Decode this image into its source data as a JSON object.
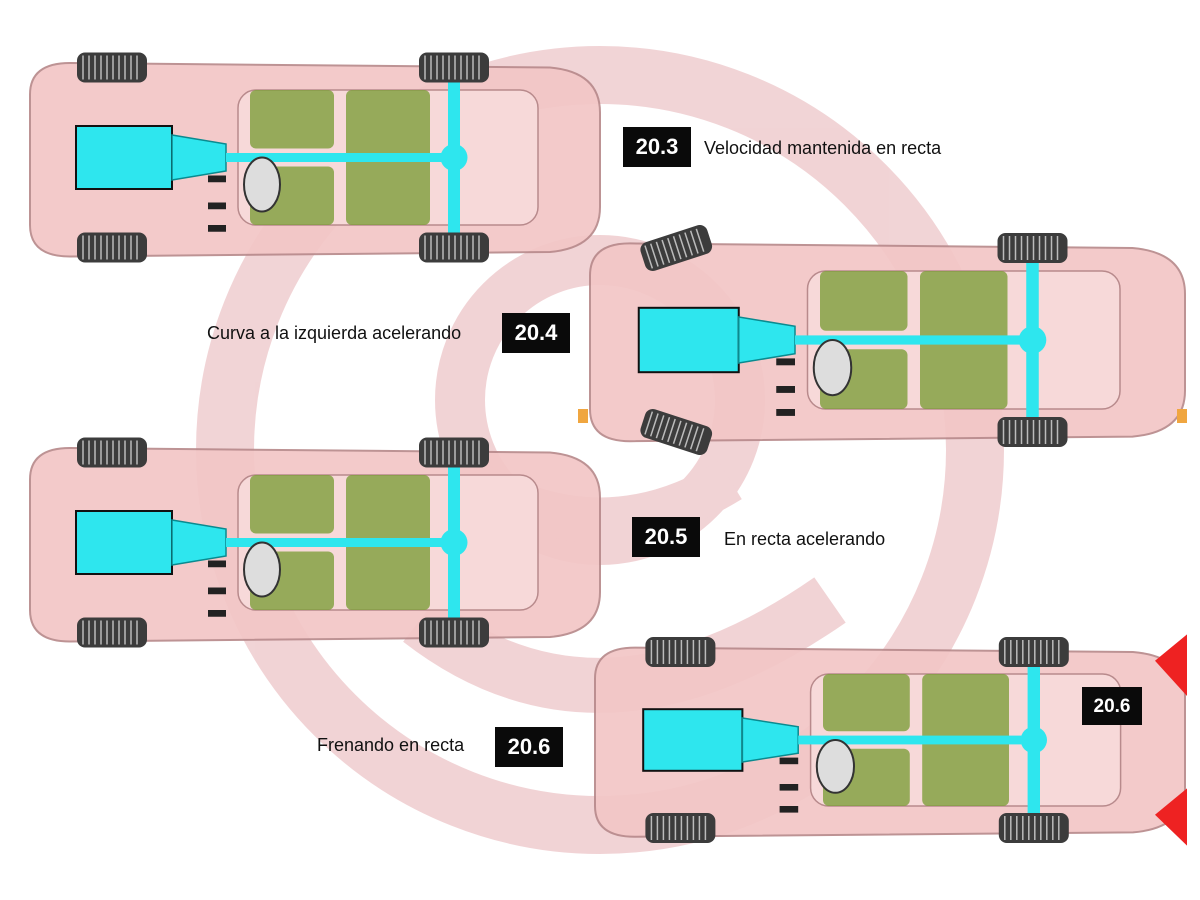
{
  "watermark": {
    "color": "#e6b0b4"
  },
  "colors": {
    "body": "#f3c6c6",
    "body_edge": "#b88a8c",
    "drivetrain": "#2ee6ee",
    "seat": "#7d9e3a",
    "tire": "#3c3c3c",
    "warning_orange": "#f0a640",
    "warning_red": "#ee2222"
  },
  "scenarios": [
    {
      "id": "20.3",
      "badge": "20.3",
      "caption": "Velocidad mantenida  en recta"
    },
    {
      "id": "20.4",
      "badge": "20.4",
      "caption": "Curva  a la  izquierda acelerando"
    },
    {
      "id": "20.5",
      "badge": "20.5",
      "caption": "En recta acelerando"
    },
    {
      "id": "20.6",
      "badge": "20.6",
      "caption": "Frenando  en recta",
      "car_badge": "20.6"
    }
  ]
}
